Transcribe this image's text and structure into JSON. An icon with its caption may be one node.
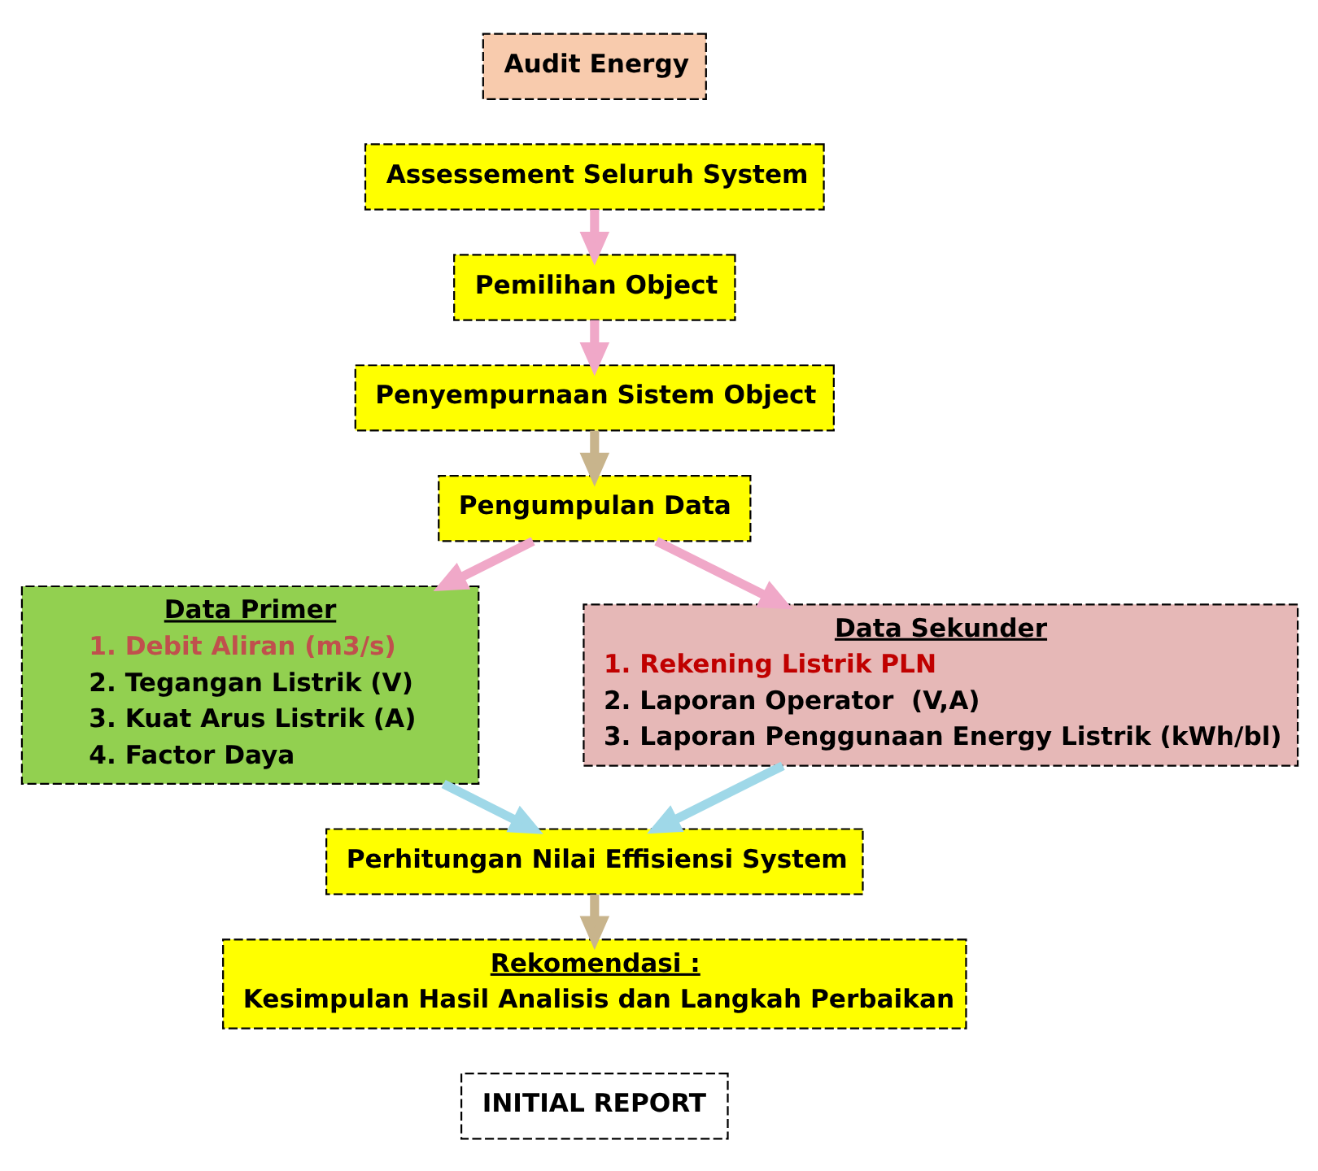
{
  "diagram": {
    "nodes": [
      {
        "text": [
          "Audit Energy"
        ]
      },
      {
        "text": [
          "Assessement Seluruh System"
        ]
      },
      {
        "text": [
          "Pemilihan Object"
        ]
      },
      {
        "text": [
          "Penyempurnaan Sistem Object"
        ]
      },
      {
        "text": [
          "Pengumpulan Data"
        ]
      },
      {
        "text": [
          "Data Primer",
          "1. Debit Aliran (m3/s)",
          "2. Tegangan Listrik (V)",
          "3. Kuat Arus Listrik (A)",
          "4. Factor Daya"
        ]
      },
      {
        "text": [
          "Data Sekunder",
          "1. Rekening Listrik PLN",
          "2. Laporan Operator  (V,A)",
          "3. Laporan Penggunaan Energy Listrik (kWh/bl)"
        ]
      },
      {
        "text": [
          "Perhitungan Nilai Effisiensi System"
        ]
      },
      {
        "text": [
          "Rekomendasi :",
          "Kesimpulan Hasil Analisis dan Langkah Perbaikan"
        ]
      },
      {
        "text": [
          "INITIAL REPORT"
        ]
      }
    ],
    "edges": [
      {
        "from": 1,
        "to": 2,
        "arrow": "to"
      },
      {
        "from": 2,
        "to": 3,
        "arrow": "to"
      },
      {
        "from": 3,
        "to": 4,
        "arrow": "to",
        "color": "#c8b48c"
      },
      {
        "from": 4,
        "to": 5,
        "arrow": "to"
      },
      {
        "from": 4,
        "to": 6,
        "arrow": "to"
      },
      {
        "from": 5,
        "to": 7,
        "arrow": "to",
        "color": "#9fd8e8"
      },
      {
        "from": 6,
        "to": 7,
        "arrow": "to",
        "color": "#9fd8e8"
      },
      {
        "from": 7,
        "to": 8,
        "arrow": "to",
        "color": "#c8b48c"
      }
    ]
  }
}
